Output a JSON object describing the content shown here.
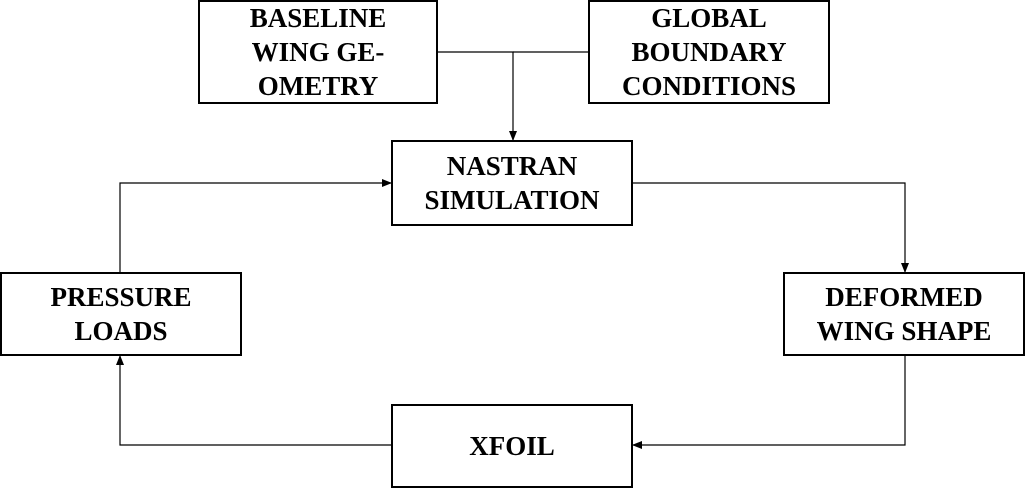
{
  "diagram": {
    "nodes": {
      "baseline": {
        "lines": [
          "BASELINE",
          "WING GE-",
          "OMETRY"
        ]
      },
      "global": {
        "lines": [
          "GLOBAL",
          "BOUNDARY",
          "CONDITIONS"
        ]
      },
      "nastran": {
        "lines": [
          "NASTRAN",
          "SIMULATION"
        ]
      },
      "pressure": {
        "lines": [
          "PRESSURE",
          "LOADS"
        ]
      },
      "deformed": {
        "lines": [
          "DEFORMED",
          "WING SHAPE"
        ]
      },
      "xfoil": {
        "lines": [
          "XFOIL"
        ]
      }
    },
    "edges": [
      {
        "from": "baseline",
        "to": "nastran"
      },
      {
        "from": "global",
        "to": "nastran"
      },
      {
        "from": "nastran",
        "to": "deformed"
      },
      {
        "from": "deformed",
        "to": "xfoil"
      },
      {
        "from": "xfoil",
        "to": "pressure"
      },
      {
        "from": "pressure",
        "to": "nastran"
      }
    ],
    "colors": {
      "stroke": "#000000",
      "fill": "#ffffff"
    }
  }
}
